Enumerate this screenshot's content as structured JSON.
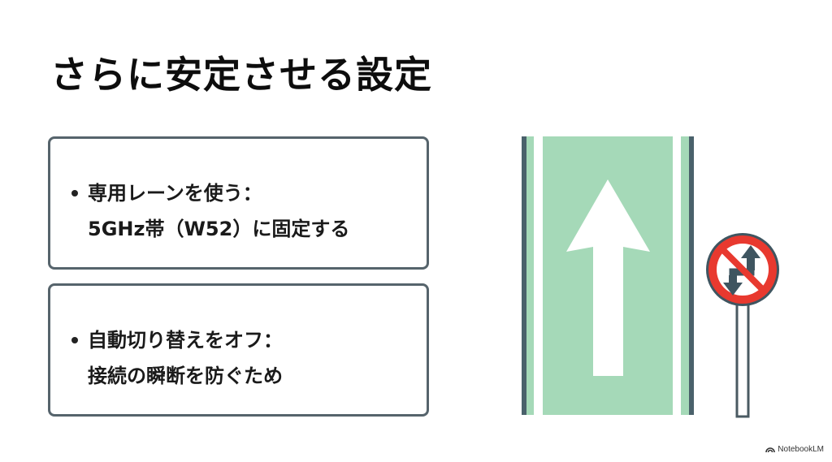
{
  "slide": {
    "title": "さらに安定させる設定",
    "cards": [
      {
        "bullet": "専用レーンを使う：",
        "detail": "5GHz帯（W52）に固定する"
      },
      {
        "bullet": "自動切り替えをオフ：",
        "detail": "接続の瞬断を防ぐため"
      }
    ]
  },
  "illustrations": {
    "road": {
      "icon": "road-lane-up-arrow-icon",
      "lane_color": "#a5d9b8",
      "edge_color": "#4a616b",
      "arrow_color": "#ffffff"
    },
    "sign": {
      "icon": "no-lane-change-sign-icon",
      "ring_color": "#e8392f",
      "arrow_color": "#3f5560",
      "pole_color": "#4a5a62"
    }
  },
  "watermark": {
    "label": "NotebookLM"
  }
}
